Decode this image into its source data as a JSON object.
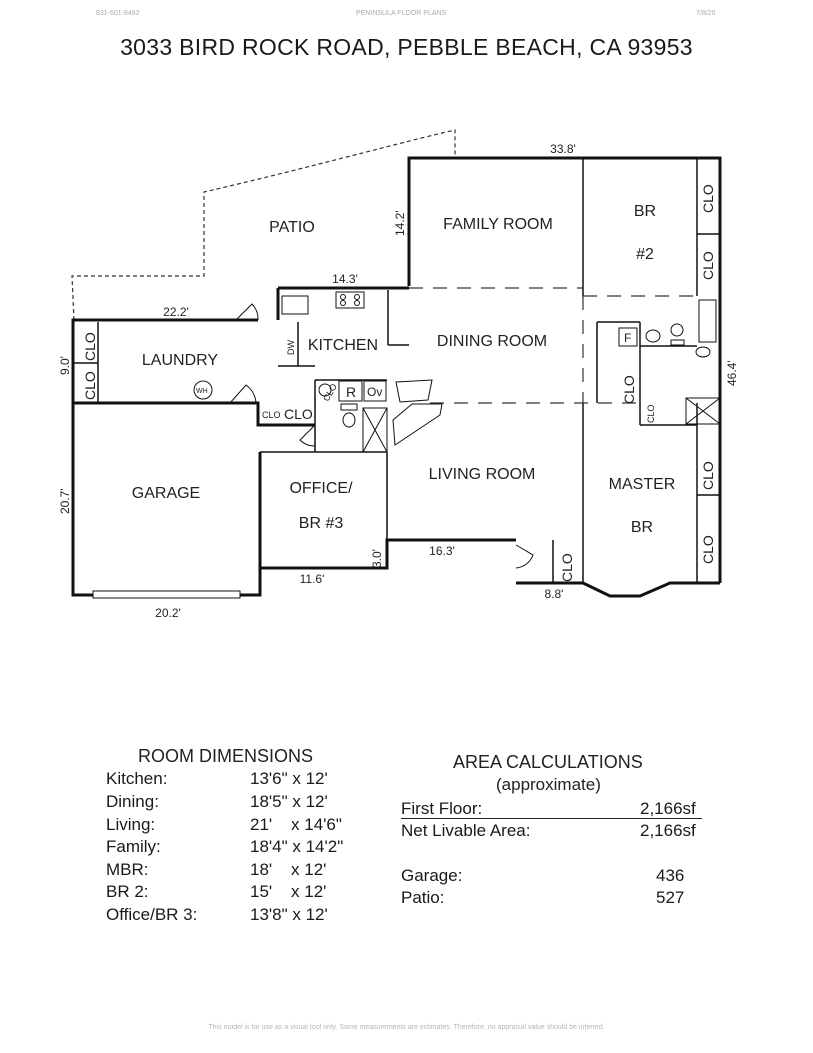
{
  "header": {
    "phone": "831-601-8482",
    "company": "PENINSULA FLOOR PLANS",
    "date": "7/8/20"
  },
  "title": "3033 BIRD ROCK ROAD, PEBBLE BEACH, CA  93953",
  "rooms": {
    "patio": "PATIO",
    "family_room": "FAMILY ROOM",
    "br2_line1": "BR",
    "br2_line2": "#2",
    "laundry": "LAUNDRY",
    "kitchen": "KITCHEN",
    "dining_room": "DINING ROOM",
    "garage": "GARAGE",
    "office_line1": "OFFICE/",
    "office_line2": "BR #3",
    "living_room": "LIVING ROOM",
    "master_line1": "MASTER",
    "master_line2": "BR"
  },
  "fixtures": {
    "clo": "CLO",
    "dw": "DW",
    "wh": "WH",
    "range": "R",
    "oven": "Ov",
    "f": "F"
  },
  "dimensions": {
    "top": "33.8'",
    "family_side": "14.2'",
    "kitchen_top": "14.3'",
    "laundry_top": "22.2'",
    "laundry_side": "9.0'",
    "right_side": "46.4'",
    "garage_side": "20.7'",
    "garage_bottom": "20.2'",
    "office_bottom": "11.6'",
    "office_step": "3.0'",
    "living_bottom": "16.3'",
    "master_bottom": "8.8'"
  },
  "room_dimensions": {
    "heading": "ROOM DIMENSIONS",
    "rows": [
      {
        "name": "Kitchen:",
        "size": "13'6\" x 12'"
      },
      {
        "name": "Dining:",
        "size": "18'5\" x 12'"
      },
      {
        "name": "Living:",
        "size": "21'    x 14'6\""
      },
      {
        "name": "Family:",
        "size": "18'4\" x 14'2\""
      },
      {
        "name": "MBR:",
        "size": "18'    x 12'"
      },
      {
        "name": "BR 2:",
        "size": "15'    x 12'"
      },
      {
        "name": "Office/BR 3:",
        "size": "13'8\" x 12'"
      }
    ]
  },
  "area_calculations": {
    "heading": "AREA CALCULATIONS",
    "subheading": "(approximate)",
    "rows": [
      {
        "name": "First  Floor:",
        "value": "2,166sf"
      },
      {
        "name": "Net Livable Area:",
        "value": "2,166sf"
      },
      {
        "name": "Garage:",
        "value": "436"
      },
      {
        "name": "Patio:",
        "value": "527"
      }
    ]
  },
  "footer": "This model is for use as a visual tool only.  Some measurements are estimates.  Therefore, no appraisal value should be inferred."
}
